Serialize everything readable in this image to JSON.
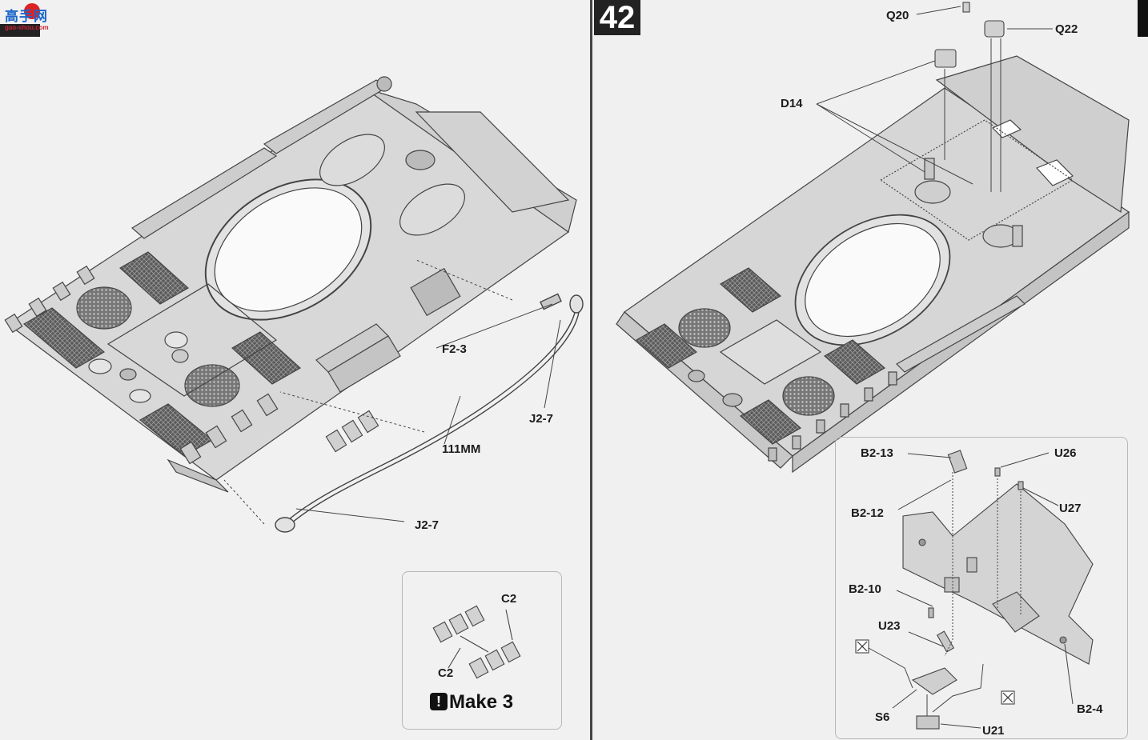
{
  "watermark": {
    "brand": "高手网",
    "url": "gao-shou.com"
  },
  "left_page": {
    "labels": {
      "f2_3": "F2-3",
      "j2_7_upper": "J2-7",
      "cable_length": "111MM",
      "j2_7_lower": "J2-7"
    },
    "inset": {
      "c2_top": "C2",
      "c2_bottom": "C2",
      "make_text": "Make 3",
      "alert_mark": "!"
    }
  },
  "right_page": {
    "step_number": "42",
    "labels": {
      "q20": "Q20",
      "q22": "Q22",
      "d14": "D14"
    },
    "inset": {
      "b2_13": "B2-13",
      "u26": "U26",
      "b2_12": "B2-12",
      "u27": "U27",
      "b2_10": "B2-10",
      "u23": "U23",
      "s6": "S6",
      "u21": "U21",
      "b2_4": "B2-4"
    }
  },
  "colors": {
    "part_fill": "#d6d6d6",
    "line": "#444444",
    "step_badge": "#222222"
  }
}
